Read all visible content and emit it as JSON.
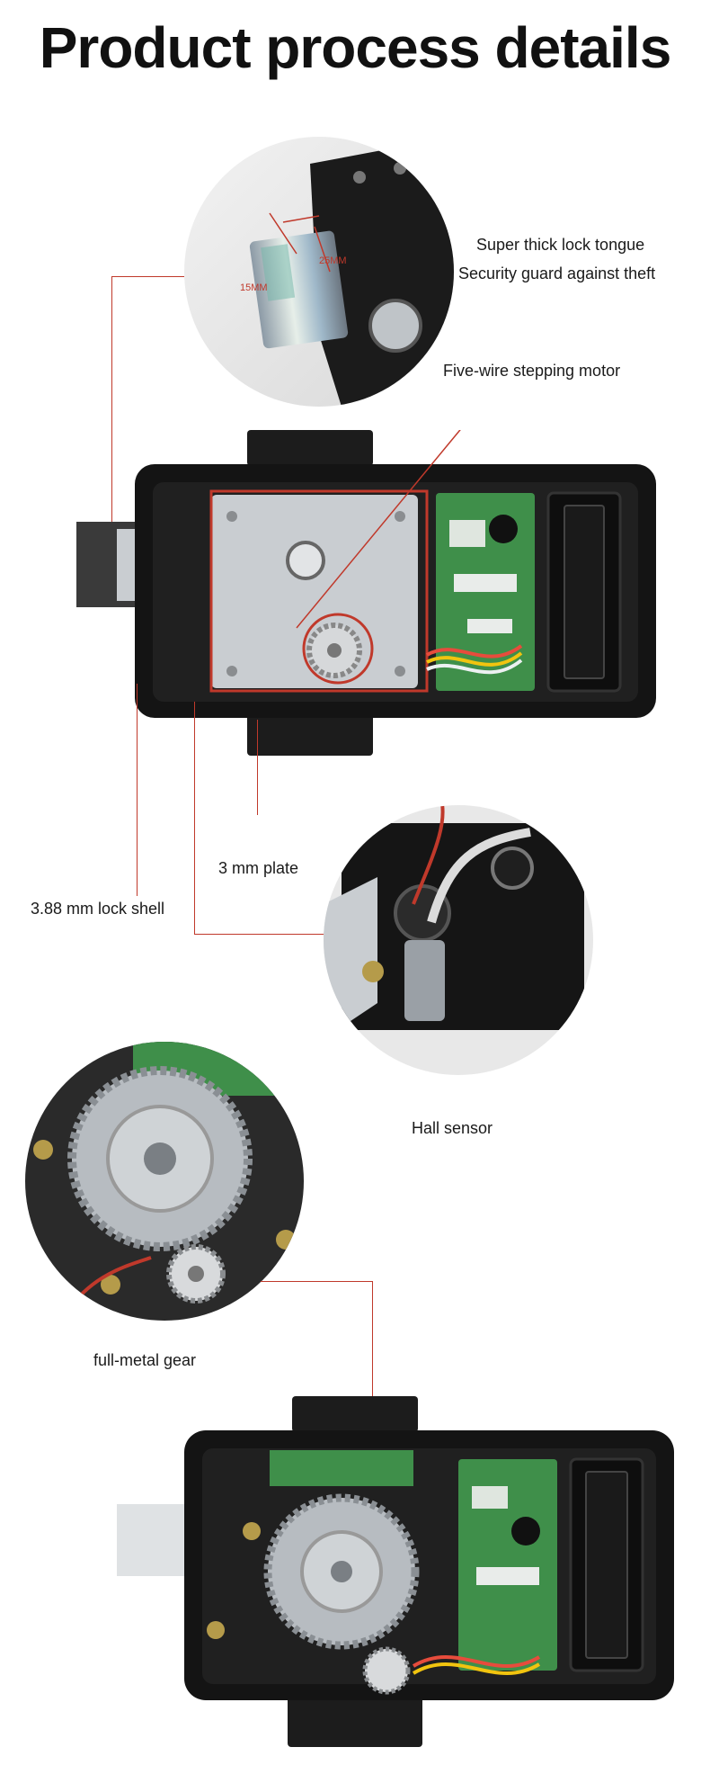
{
  "page": {
    "title": "Product process details"
  },
  "callouts": {
    "lock_tongue_line1": "Super thick lock tongue",
    "lock_tongue_line2": "Security guard against theft",
    "dim_width": "15MM",
    "dim_depth": "25MM",
    "stepping_motor": "Five-wire stepping motor",
    "plate": "3 mm plate",
    "lock_shell": "3.88 mm lock shell",
    "hall_sensor": "Hall sensor",
    "gear": "full-metal gear"
  },
  "colors": {
    "accent_red": "#c0392b",
    "lock_body": "#141414",
    "pcb_green": "#3f8f4a",
    "steel": "#c9cdd1"
  }
}
